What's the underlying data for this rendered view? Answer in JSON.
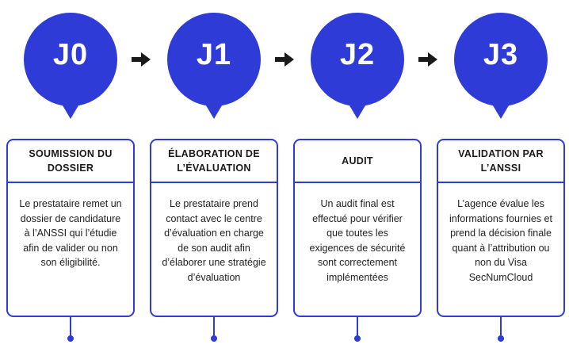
{
  "accent_color": "#2e3bd6",
  "steps": [
    {
      "label": "J0",
      "title": "SOUMISSION DU DOSSIER",
      "text": "Le prestataire remet un dossier de candidature à l’ANSSI qui l’étudie afin de valider ou non son éligibilité."
    },
    {
      "label": "J1",
      "title": "ÉLABORATION DE L’ÉVALUATION",
      "text": "Le prestataire prend contact avec le centre d’évaluation en charge de son audit afin d’élaborer une stratégie d’évaluation"
    },
    {
      "label": "J2",
      "title": "AUDIT",
      "text": "Un audit final est effectué pour vérifier que toutes les exigences de sécurité sont correctement implémentées"
    },
    {
      "label": "J3",
      "title": "VALIDATION PAR L’ANSSI",
      "text": "L’agence évalue les informations fournies et prend la décision finale quant à l’attribution ou non du Visa SecNumCloud"
    }
  ],
  "arrow_icon": "arrow-right-icon"
}
